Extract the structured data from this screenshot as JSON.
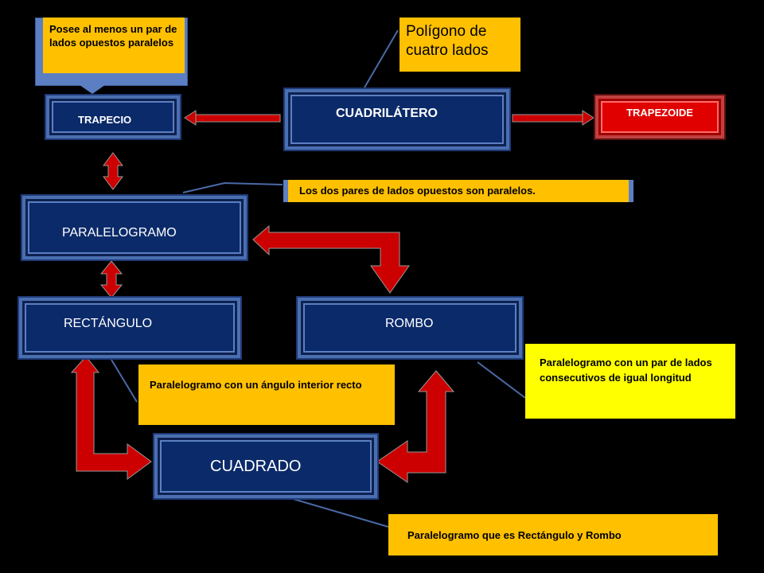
{
  "nodes": {
    "cuadrilatero": "CUADRILÁTERO",
    "trapecio": "TRAPECIO",
    "trapezoide": "TRAPEZOIDE",
    "paralelogramo": "PARALELOGRAMO",
    "rectangulo": "RECTÁNGULO",
    "rombo": "ROMBO",
    "cuadrado": "CUADRADO"
  },
  "notes": {
    "cuadrilatero": "Polígono de cuatro lados",
    "trapecio": "Posee al menos un par de lados opuestos paralelos",
    "paralelogramo": "Los dos pares de lados opuestos son paralelos.",
    "rectangulo": "Paralelogramo con un ángulo interior recto",
    "rombo": "Paralelogramo con un par de lados consecutivos de igual longitud",
    "cuadrado": "Paralelogramo que es Rectángulo y Rombo"
  },
  "colors": {
    "background": "#000000",
    "node_fill": "#0b2a6a",
    "node_border": "#4a6fb0",
    "trapezoide_fill": "#e00000",
    "note_orange": "#ffc000",
    "note_yellow": "#ffff00",
    "arrow": "#cc0000",
    "connector": "#4a6aa6"
  }
}
